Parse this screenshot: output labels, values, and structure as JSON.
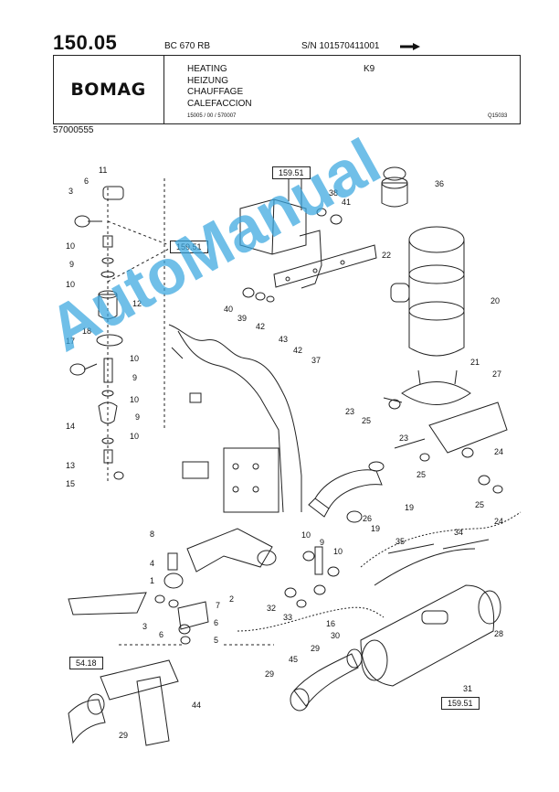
{
  "header": {
    "page_number": "150.05",
    "model": "BC 670 RB",
    "serial": "S/N 101570411001",
    "logo": "BOMAG",
    "titles": [
      "HEATING",
      "HEIZUNG",
      "CHAUFFAGE",
      "CALEFACCION"
    ],
    "group_code": "K9",
    "sub_ref": "15005 / 00 / 570007",
    "figure_ref": "Q15033",
    "document_code": "57000555"
  },
  "watermark": "AutoManual",
  "reference_boxes": [
    "159.51",
    "159.51",
    "54.18",
    "159.51"
  ],
  "callouts": [
    "11",
    "6",
    "3",
    "10",
    "9",
    "10",
    "12",
    "18",
    "17",
    "10",
    "9",
    "14",
    "10",
    "9",
    "10",
    "13",
    "15",
    "8",
    "4",
    "1",
    "3",
    "6",
    "7",
    "6",
    "5",
    "2",
    "10",
    "9",
    "10",
    "32",
    "33",
    "16",
    "36",
    "38",
    "41",
    "22",
    "20",
    "40",
    "39",
    "42",
    "43",
    "42",
    "37",
    "21",
    "27",
    "23",
    "25",
    "23",
    "25",
    "24",
    "25",
    "24",
    "19",
    "26",
    "19",
    "35",
    "34",
    "28",
    "30",
    "29",
    "45",
    "29",
    "31",
    "44",
    "29"
  ]
}
